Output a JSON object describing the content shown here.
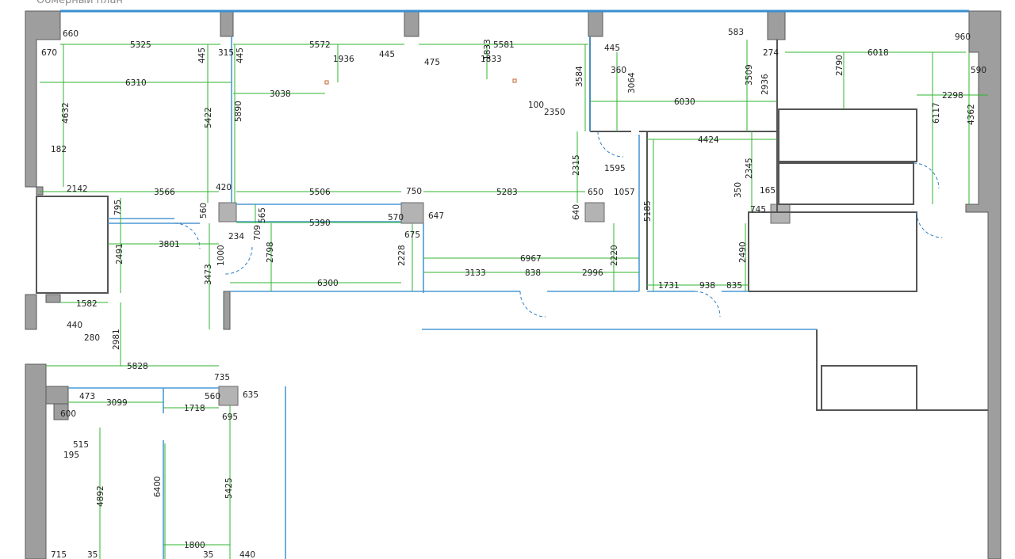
{
  "plan": {
    "title": "Обмерный план",
    "colors": {
      "wall": "#9e9e9e",
      "glazing": "#3a8fd0",
      "dimension": "#2fb52f",
      "text": "#222222"
    },
    "dimensions_horizontal": [
      "660",
      "670",
      "5325",
      "6310",
      "5572",
      "315",
      "445",
      "1936",
      "475",
      "5581",
      "1833",
      "445",
      "360",
      "583",
      "274",
      "6018",
      "960",
      "590",
      "3038",
      "100",
      "2350",
      "6030",
      "2298",
      "182",
      "2142",
      "3566",
      "420",
      "5506",
      "750",
      "5283",
      "650",
      "1057",
      "4424",
      "165",
      "745",
      "5390",
      "570",
      "647",
      "675",
      "234",
      "3801",
      "6967",
      "3133",
      "838",
      "2996",
      "1731",
      "938",
      "835",
      "6300",
      "1582",
      "440",
      "280",
      "5828",
      "735",
      "473",
      "3099",
      "1718",
      "560",
      "635",
      "695",
      "600",
      "515",
      "195",
      "1800",
      "440",
      "715",
      "35",
      "35"
    ],
    "dimensions_vertical": [
      "445",
      "445",
      "4632",
      "5422",
      "5890",
      "1833",
      "3584",
      "3064",
      "3509",
      "2936",
      "2790",
      "6117",
      "4362",
      "2315",
      "1595",
      "2345",
      "350",
      "5185",
      "795",
      "560",
      "565",
      "709",
      "2798",
      "3473",
      "1000",
      "2491",
      "2228",
      "2220",
      "640",
      "2490",
      "2981",
      "4892",
      "6400",
      "5425"
    ]
  }
}
